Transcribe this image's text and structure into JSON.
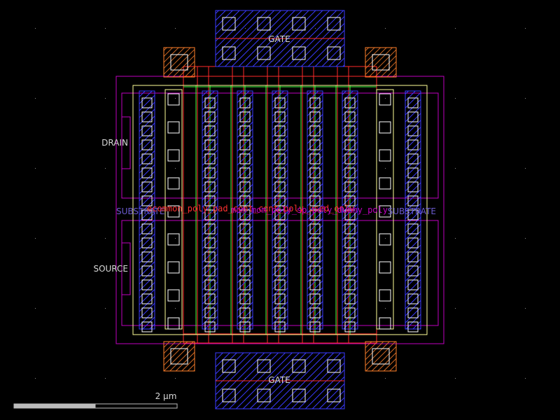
{
  "labels": {
    "gate_top": "GATE",
    "gate_bottom": "GATE",
    "drain": "DRAIN",
    "source": "SOURCE",
    "substrate_left": "SUBSTRATE",
    "substrate_right": "SUBSTRATE"
  },
  "overlap_text": {
    "a": "ecommon_poly_pad_cont_cont_poly_used_only",
    "b": "mom_mom_poly_sp_poly_dummy_poly"
  },
  "scale_bar": {
    "label": "2 μm",
    "fill_fraction": 0.5
  },
  "colors": {
    "background": "#000000",
    "metal1": "#3a3aff",
    "poly": "#ff2a2a",
    "contact": "#ffffff",
    "nwell": "#c000c0",
    "diffusion": "#ffff99",
    "implant": "#40ff40",
    "pad": "#ff7f2a",
    "grid_dots": "#8a8a8a",
    "label": "#d8d8d8"
  }
}
